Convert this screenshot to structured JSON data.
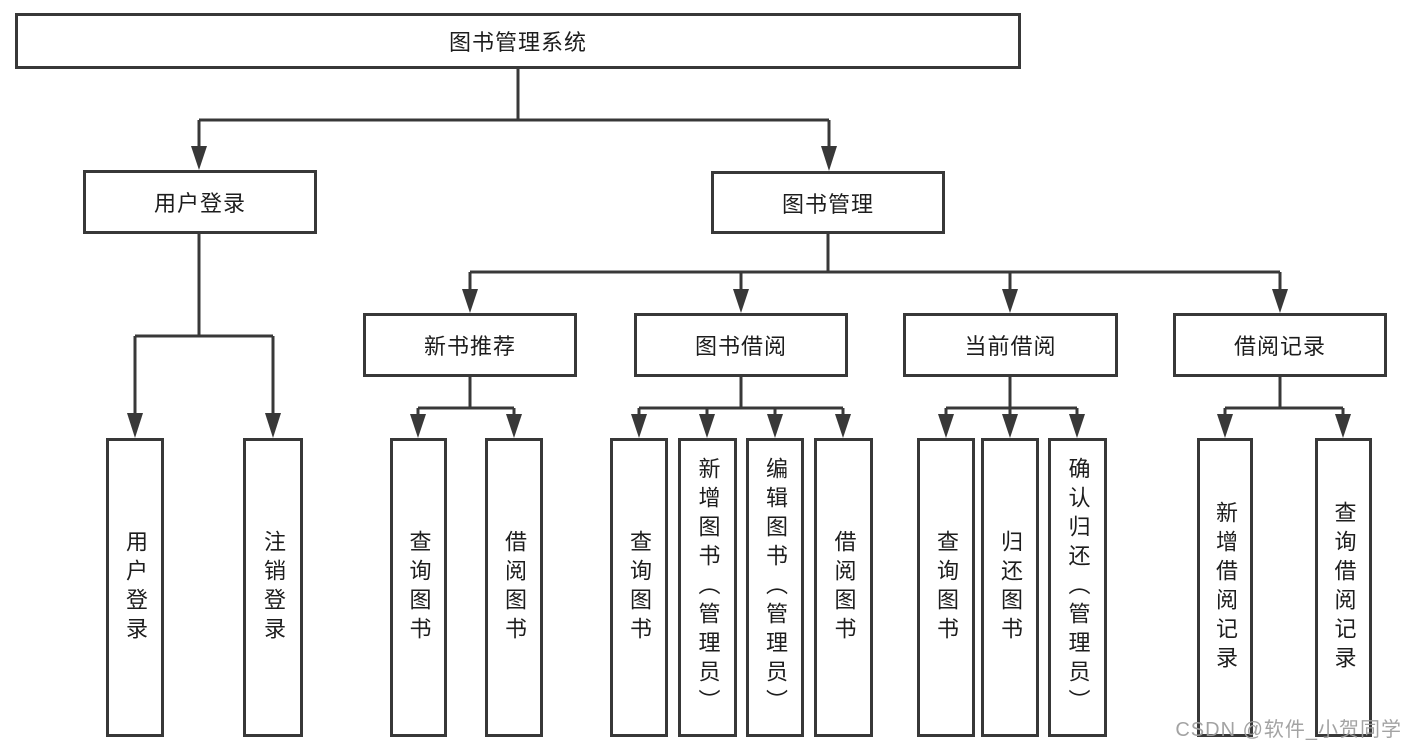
{
  "diagram": {
    "title": "图书管理系统",
    "level2": {
      "user_login": "用户登录",
      "book_management": "图书管理"
    },
    "level3": {
      "new_book": "新书推荐",
      "book_borrow": "图书借阅",
      "current_borrow": "当前借阅",
      "borrow_record": "借阅记录"
    },
    "leaves": {
      "user_login": [
        "用户登录",
        "注销登录"
      ],
      "new_book": [
        "查询图书",
        "借阅图书"
      ],
      "book_borrow": [
        "查询图书",
        "新增图书（管理员）",
        "编辑图书（管理员）",
        "借阅图书"
      ],
      "current_borrow": [
        "查询图书",
        "归还图书",
        "确认归还（管理员）"
      ],
      "borrow_record": [
        "新增借阅记录",
        "查询借阅记录"
      ]
    }
  },
  "watermark": "CSDN @软件_小贺同学",
  "colors": {
    "line": "#383838",
    "box_border": "#383838",
    "text": "#1d1d1d",
    "watermark": "#9e9e9e",
    "background": "#ffffff"
  }
}
